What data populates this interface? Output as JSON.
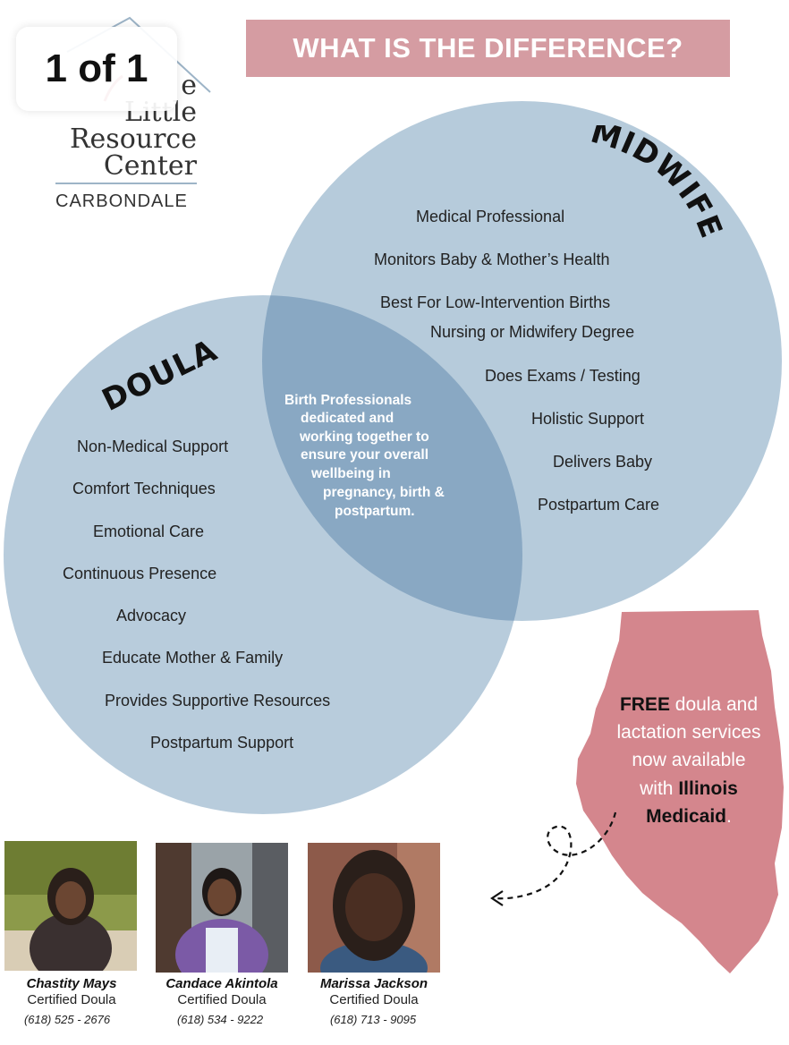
{
  "page_counter": "1 of 1",
  "logo": {
    "line1": "e",
    "line2": "Little",
    "line3": "Resource",
    "line4": "Center",
    "city": "CARBONDALE"
  },
  "banner": {
    "title": "WHAT IS THE DIFFERENCE?"
  },
  "midwife": {
    "title": "MIDWIFE",
    "items": [
      "Medical Professional",
      "Monitors Baby & Mother’s Health",
      "Best For Low-Intervention Births",
      "Nursing or Midwifery Degree",
      "Does Exams / Testing",
      "Holistic Support",
      "Delivers Baby",
      "Postpartum Care"
    ]
  },
  "doula": {
    "title": "DOULA",
    "items": [
      "Non-Medical Support",
      "Comfort Techniques",
      "Emotional Care",
      "Continuous Presence",
      "Advocacy",
      "Educate Mother & Family",
      "Provides Supportive Resources",
      "Postpartum Support"
    ]
  },
  "overlap": {
    "lines": [
      "Birth Professionals",
      "dedicated and",
      "working together to",
      "ensure your overall",
      "wellbeing in",
      "pregnancy, birth &",
      "postpartum."
    ]
  },
  "medicaid": {
    "free": "FREE",
    "t1": " doula and",
    "t2": "lactation services",
    "t3": "now available",
    "t4": "with ",
    "illinois": "Illinois",
    "medicaid": "Medicaid",
    "period": "."
  },
  "colors": {
    "banner": "#d59ca2",
    "circle": "#b2c8d9",
    "overlap": "#89a8c3",
    "illinois": "#d4868d"
  },
  "people": [
    {
      "name": "Chastity Mays",
      "role": "Certified Doula",
      "phone": "(618) 525 - 2676"
    },
    {
      "name": "Candace Akintola",
      "role": "Certified Doula",
      "phone": "(618) 534 - 9222"
    },
    {
      "name": "Marissa Jackson",
      "role": "Certified Doula",
      "phone": "(618) 713 - 9095"
    }
  ]
}
